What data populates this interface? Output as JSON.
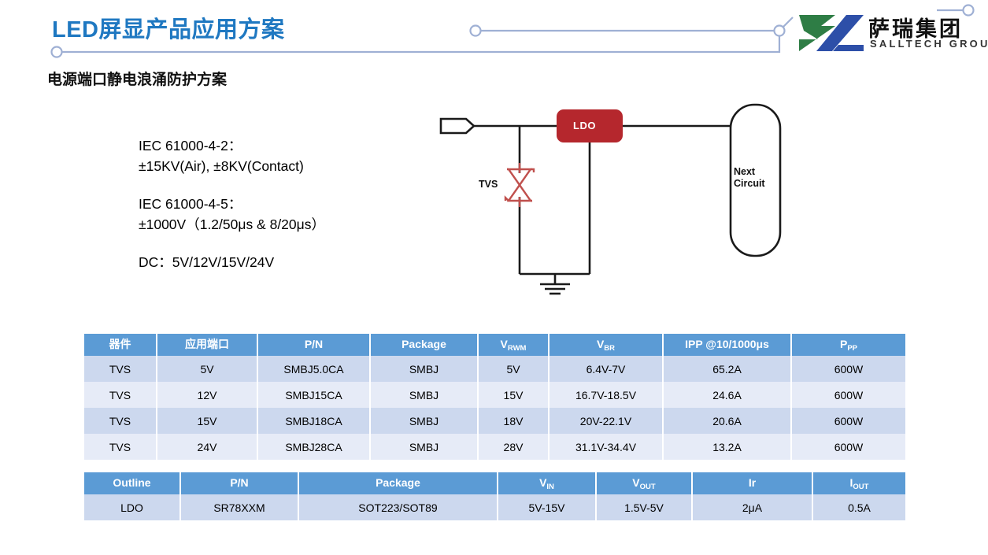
{
  "header": {
    "title": "LED屏显产品应用方案",
    "subtitle": "电源端口静电浪涌防护方案",
    "accent_color": "#1f78c1",
    "deco_line_color": "#9fb0d4"
  },
  "logo": {
    "icon": "salltech-chevron-logo",
    "cn_name": "萨瑞集团",
    "en_name": "SALLTECH GROUP",
    "green": "#2e7d45",
    "blue": "#2d4fa8"
  },
  "spec_text": {
    "groups": [
      {
        "line1": "IEC 61000-4-2：",
        "line2": "±15KV(Air), ±8KV(Contact)"
      },
      {
        "line1": "IEC 61000-4-5：",
        "line2": "±1000V（1.2/50μs & 8/20μs）"
      },
      {
        "line1": "DC：5V/12V/15V/24V",
        "line2": ""
      }
    ]
  },
  "circuit": {
    "tvs_label": "TVS",
    "ldo_label": "LDO",
    "next_label_line1": "Next",
    "next_label_line2": "Circuit",
    "ldo_fill": "#b5272d",
    "tvs_color": "#c0504d",
    "wire_color": "#1a1a1a",
    "input_connector": "input-port-icon",
    "ground": "ground-symbol-icon"
  },
  "tvs_table": {
    "headers": [
      {
        "text": "器件",
        "sub": ""
      },
      {
        "text": "应用端口",
        "sub": ""
      },
      {
        "text": "P/N",
        "sub": ""
      },
      {
        "text": "Package",
        "sub": ""
      },
      {
        "text": "V",
        "sub": "RWM"
      },
      {
        "text": "V",
        "sub": "BR"
      },
      {
        "text": "IPP @10/1000μs",
        "sub": ""
      },
      {
        "text": "P",
        "sub": "PP"
      }
    ],
    "rows": [
      [
        "TVS",
        "5V",
        "SMBJ5.0CA",
        "SMBJ",
        "5V",
        "6.4V-7V",
        "65.2A",
        "600W"
      ],
      [
        "TVS",
        "12V",
        "SMBJ15CA",
        "SMBJ",
        "15V",
        "16.7V-18.5V",
        "24.6A",
        "600W"
      ],
      [
        "TVS",
        "15V",
        "SMBJ18CA",
        "SMBJ",
        "18V",
        "20V-22.1V",
        "20.6A",
        "600W"
      ],
      [
        "TVS",
        "24V",
        "SMBJ28CA",
        "SMBJ",
        "28V",
        "31.1V-34.4V",
        "13.2A",
        "600W"
      ]
    ]
  },
  "ldo_table": {
    "headers": [
      {
        "text": "Outline",
        "sub": ""
      },
      {
        "text": "P/N",
        "sub": ""
      },
      {
        "text": "Package",
        "sub": ""
      },
      {
        "text": "V",
        "sub": "IN"
      },
      {
        "text": "V",
        "sub": "OUT"
      },
      {
        "text": "Ir",
        "sub": ""
      },
      {
        "text": "I",
        "sub": "OUT"
      }
    ],
    "rows": [
      [
        "LDO",
        "SR78XXM",
        "SOT223/SOT89",
        "5V-15V",
        "1.5V-5V",
        "2μA",
        "0.5A"
      ]
    ]
  }
}
